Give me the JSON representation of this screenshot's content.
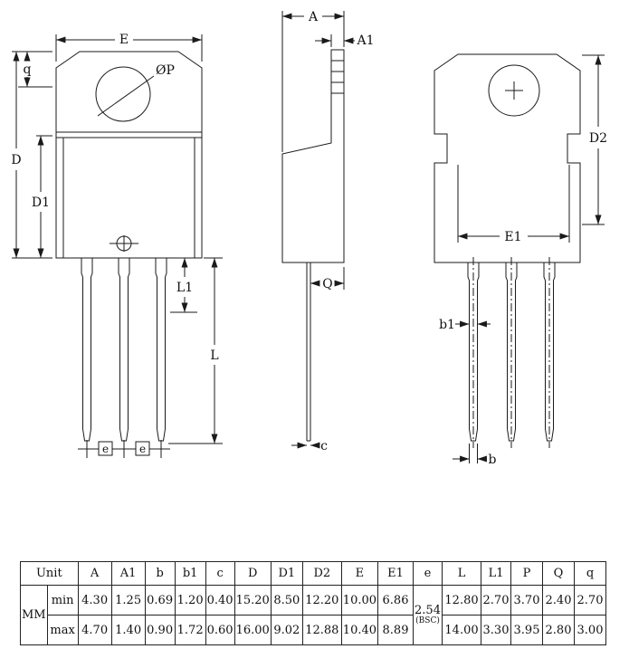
{
  "drawing": {
    "front_view": {
      "E": "E",
      "q": "q",
      "D": "D",
      "D1": "D1",
      "P": "ØP",
      "L1": "L1",
      "L": "L",
      "e1": "e",
      "e2": "e"
    },
    "side_view": {
      "A": "A",
      "A1": "A1",
      "Q": "Q",
      "c": "c"
    },
    "back_view": {
      "D2": "D2",
      "E1": "E1",
      "b1": "b1",
      "b": "b"
    }
  },
  "table": {
    "unit_header": "Unit",
    "mm_label": "MM",
    "min_label": "min",
    "max_label": "max",
    "columns": [
      "A",
      "A1",
      "b",
      "b1",
      "c",
      "D",
      "D1",
      "D2",
      "E",
      "E1",
      "e",
      "L",
      "L1",
      "P",
      "Q",
      "q"
    ],
    "min": [
      "4.30",
      "1.25",
      "0.69",
      "1.20",
      "0.40",
      "15.20",
      "8.50",
      "12.20",
      "10.00",
      "6.86",
      "12.80",
      "2.70",
      "3.70",
      "2.40",
      "2.70"
    ],
    "max": [
      "4.70",
      "1.40",
      "0.90",
      "1.72",
      "0.60",
      "16.00",
      "9.02",
      "12.88",
      "10.40",
      "8.89",
      "14.00",
      "3.30",
      "3.95",
      "2.80",
      "3.00"
    ],
    "e_value": "2.54",
    "e_note": "(BSC)"
  }
}
